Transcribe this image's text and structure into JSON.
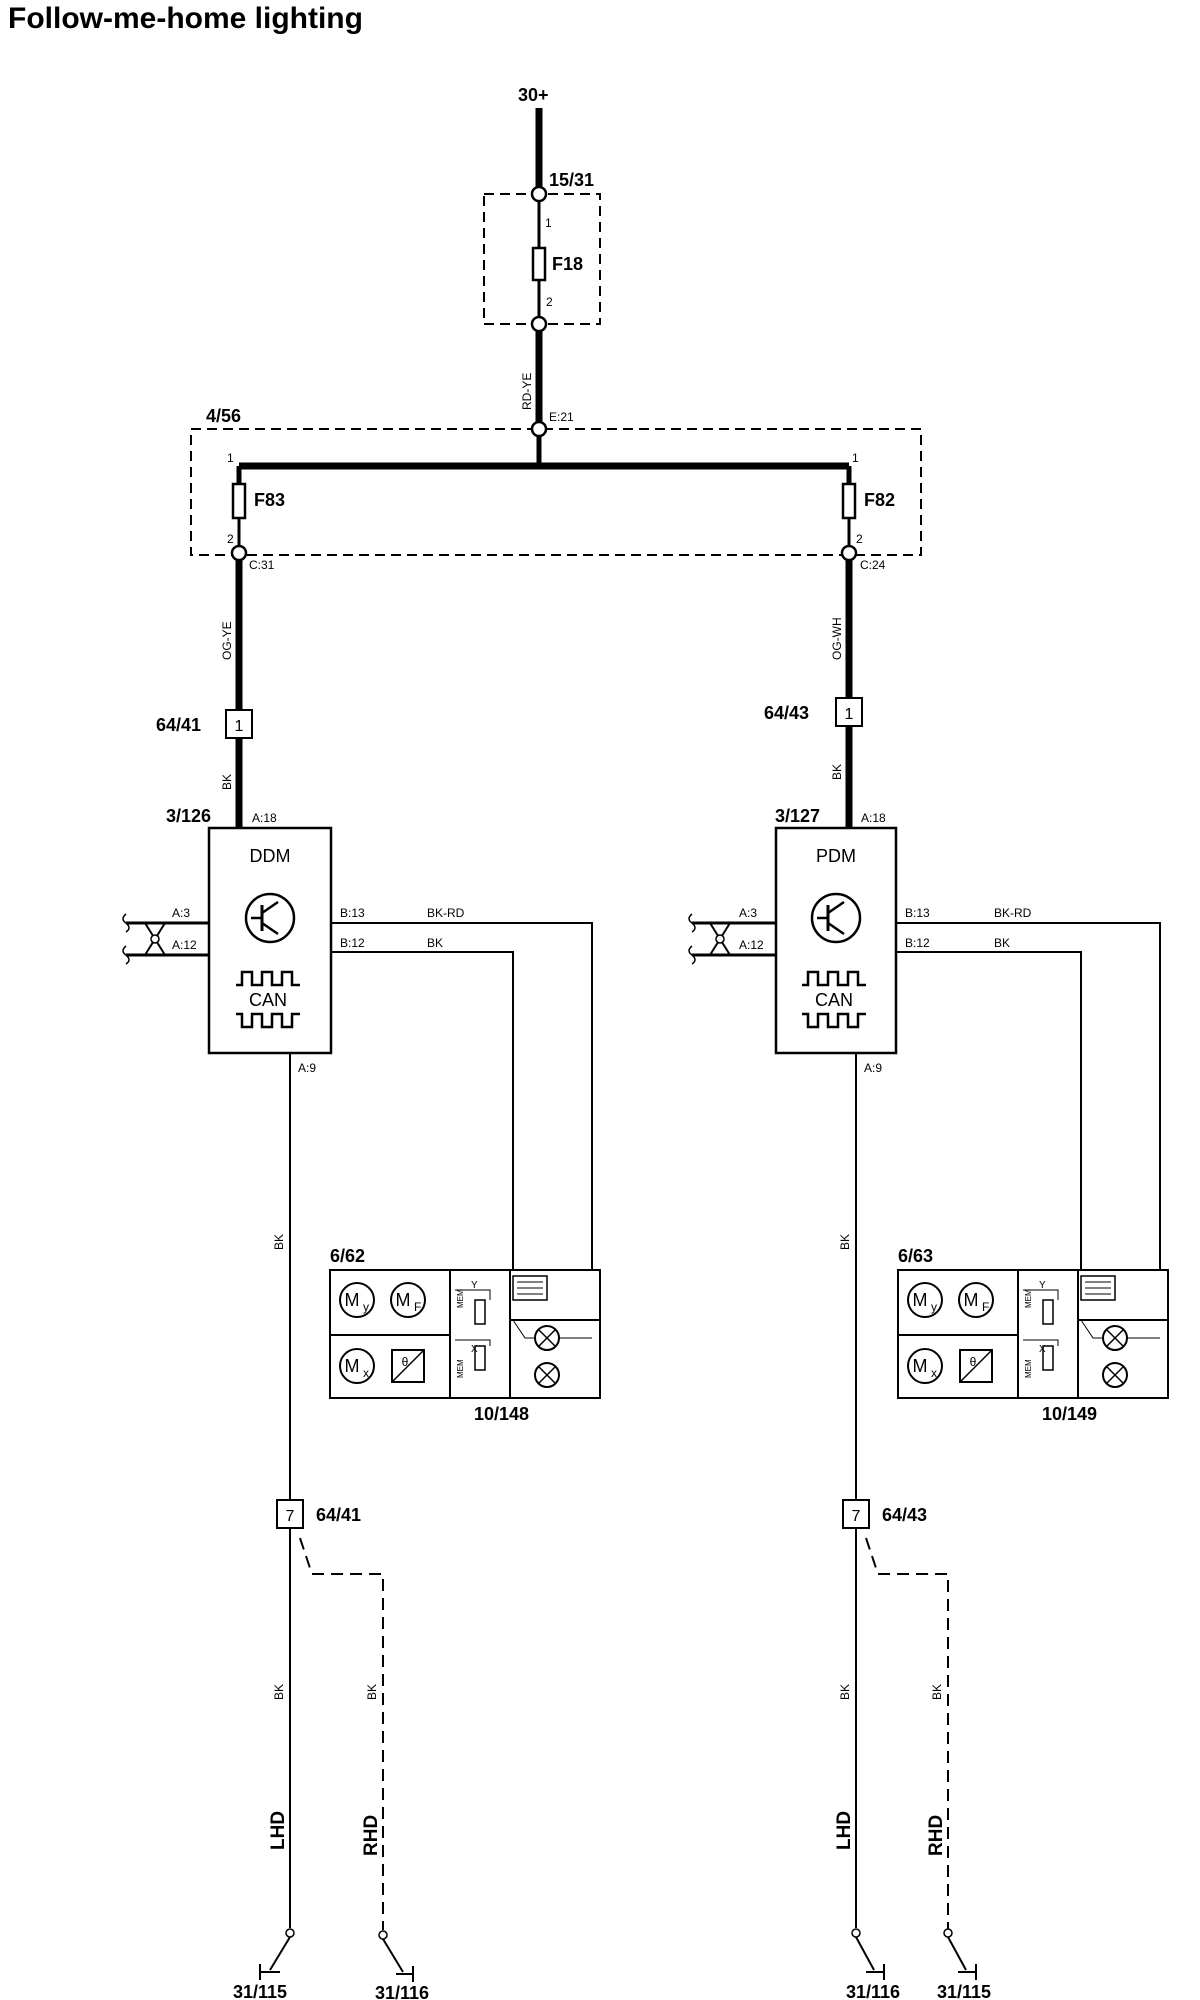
{
  "title": "Follow-me-home lighting",
  "supply": {
    "label": "30+"
  },
  "central_fuse_box": {
    "id": "15/31",
    "fuse": "F18",
    "pin_in": "1",
    "pin_out": "2"
  },
  "feed_wire": {
    "color": "RD-YE",
    "pin": "E:21"
  },
  "fuse_box": {
    "id": "4/56"
  },
  "left": {
    "fuse": "F83",
    "fuse_pin_in": "1",
    "fuse_pin_out": "2",
    "fuse_out_pin": "C:31",
    "wire_color": "OG-YE",
    "connector": "64/41",
    "connector_pin": "1",
    "wire_after_connector": "BK",
    "module_id": "3/126",
    "module_name": "DDM",
    "module_supply_pin": "A:18",
    "can_pin_1": "A:3",
    "can_pin_2": "A:12",
    "can_label": "CAN",
    "out_pin_1": "B:13",
    "out_wire_1": "BK-RD",
    "out_pin_2": "B:12",
    "out_wire_2": "BK",
    "ground_pin": "A:9",
    "ground_wire": "BK",
    "mirror_id": "6/62",
    "lamp_id": "10/148",
    "ground_connector": "64/41",
    "ground_connector_pin": "7",
    "lhd_wire": "BK",
    "rhd_wire": "BK",
    "lhd_label": "LHD",
    "rhd_label": "RHD",
    "lhd_ground": "31/115",
    "rhd_ground": "31/116"
  },
  "right": {
    "fuse": "F82",
    "fuse_pin_in": "1",
    "fuse_pin_out": "2",
    "fuse_out_pin": "C:24",
    "wire_color": "OG-WH",
    "connector": "64/43",
    "connector_pin": "1",
    "wire_after_connector": "BK",
    "module_id": "3/127",
    "module_name": "PDM",
    "module_supply_pin": "A:18",
    "can_pin_1": "A:3",
    "can_pin_2": "A:12",
    "can_label": "CAN",
    "out_pin_1": "B:13",
    "out_wire_1": "BK-RD",
    "out_pin_2": "B:12",
    "out_wire_2": "BK",
    "ground_pin": "A:9",
    "ground_wire": "BK",
    "mirror_id": "6/63",
    "lamp_id": "10/149",
    "ground_connector": "64/43",
    "ground_connector_pin": "7",
    "lhd_wire": "BK",
    "rhd_wire": "BK",
    "lhd_label": "LHD",
    "rhd_label": "RHD",
    "lhd_ground": "31/116",
    "rhd_ground": "31/115"
  },
  "mirror_symbols": {
    "motor_y": "M",
    "motor_y_sub": "y",
    "motor_f": "M",
    "motor_f_sub": "F",
    "motor_x": "M",
    "motor_x_sub": "x",
    "theta": "θ",
    "mem": "MEM",
    "mem_y": "Y",
    "mem_x": "X"
  }
}
